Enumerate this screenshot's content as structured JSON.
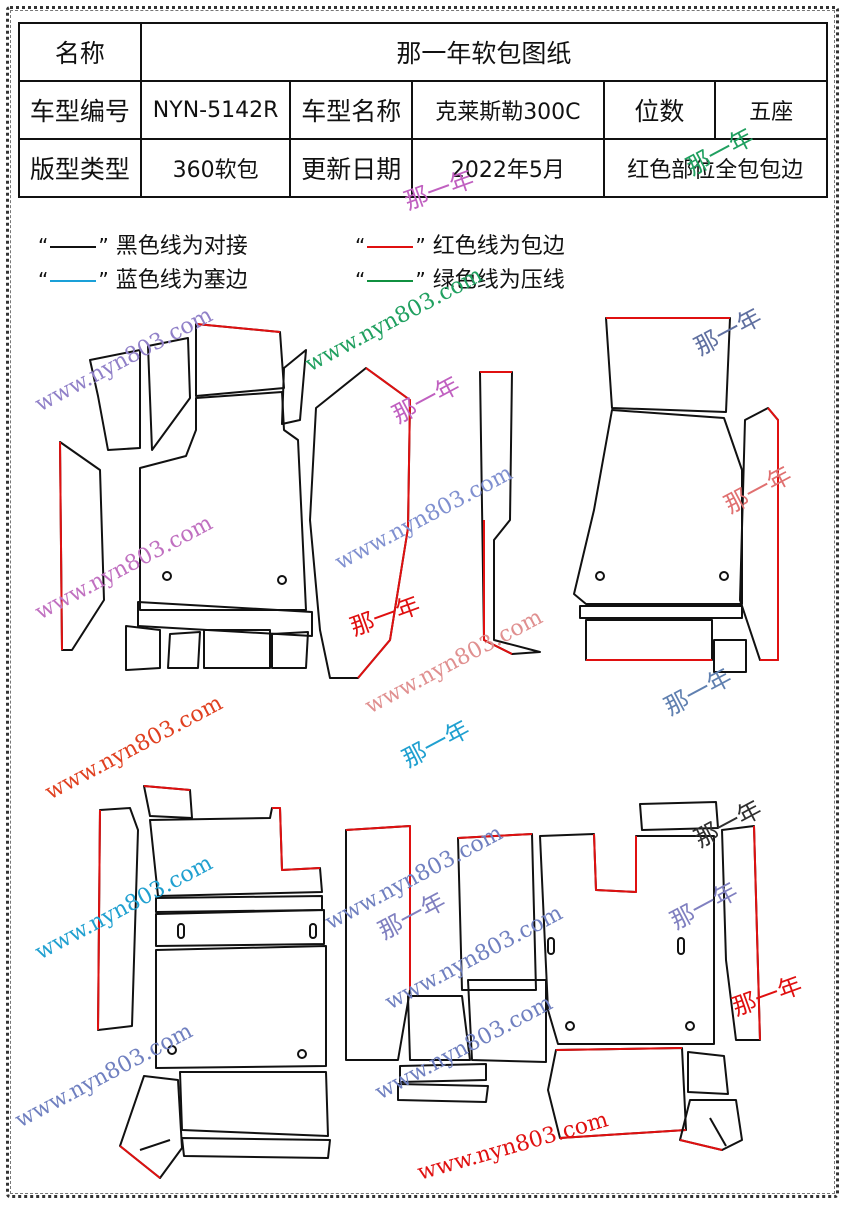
{
  "table": {
    "row1": {
      "name_label": "名称",
      "name_value": "那一年软包图纸"
    },
    "row2": {
      "model_code_label": "车型编号",
      "model_code_value": "NYN-5142R",
      "model_name_label": "车型名称",
      "model_name_value": "克莱斯勒300C",
      "seats_label": "位数",
      "seats_value": "五座"
    },
    "row3": {
      "pattern_type_label": "版型类型",
      "pattern_type_value": "360软包",
      "update_date_label": "更新日期",
      "update_date_value": "2022年5月",
      "note": "红色部位全包包边"
    }
  },
  "legend": [
    {
      "quote_open": "“",
      "quote_close": "”",
      "line_color": "#111111",
      "text": "黑色线为对接"
    },
    {
      "quote_open": "“",
      "quote_close": "”",
      "line_color": "#e01010",
      "text": "红色线为包边"
    },
    {
      "quote_open": "“",
      "quote_close": "”",
      "line_color": "#1aa0d8",
      "text": "蓝色线为塞边"
    },
    {
      "quote_open": "“",
      "quote_close": "”",
      "line_color": "#109040",
      "text": "绿色线为压线"
    }
  ],
  "colors": {
    "black_line": "#111111",
    "red_line": "#e01010",
    "blue_line": "#1aa0d8",
    "green_line": "#109040"
  },
  "watermarks": {
    "url": "www.nyn803.com",
    "brand": "那一年"
  }
}
